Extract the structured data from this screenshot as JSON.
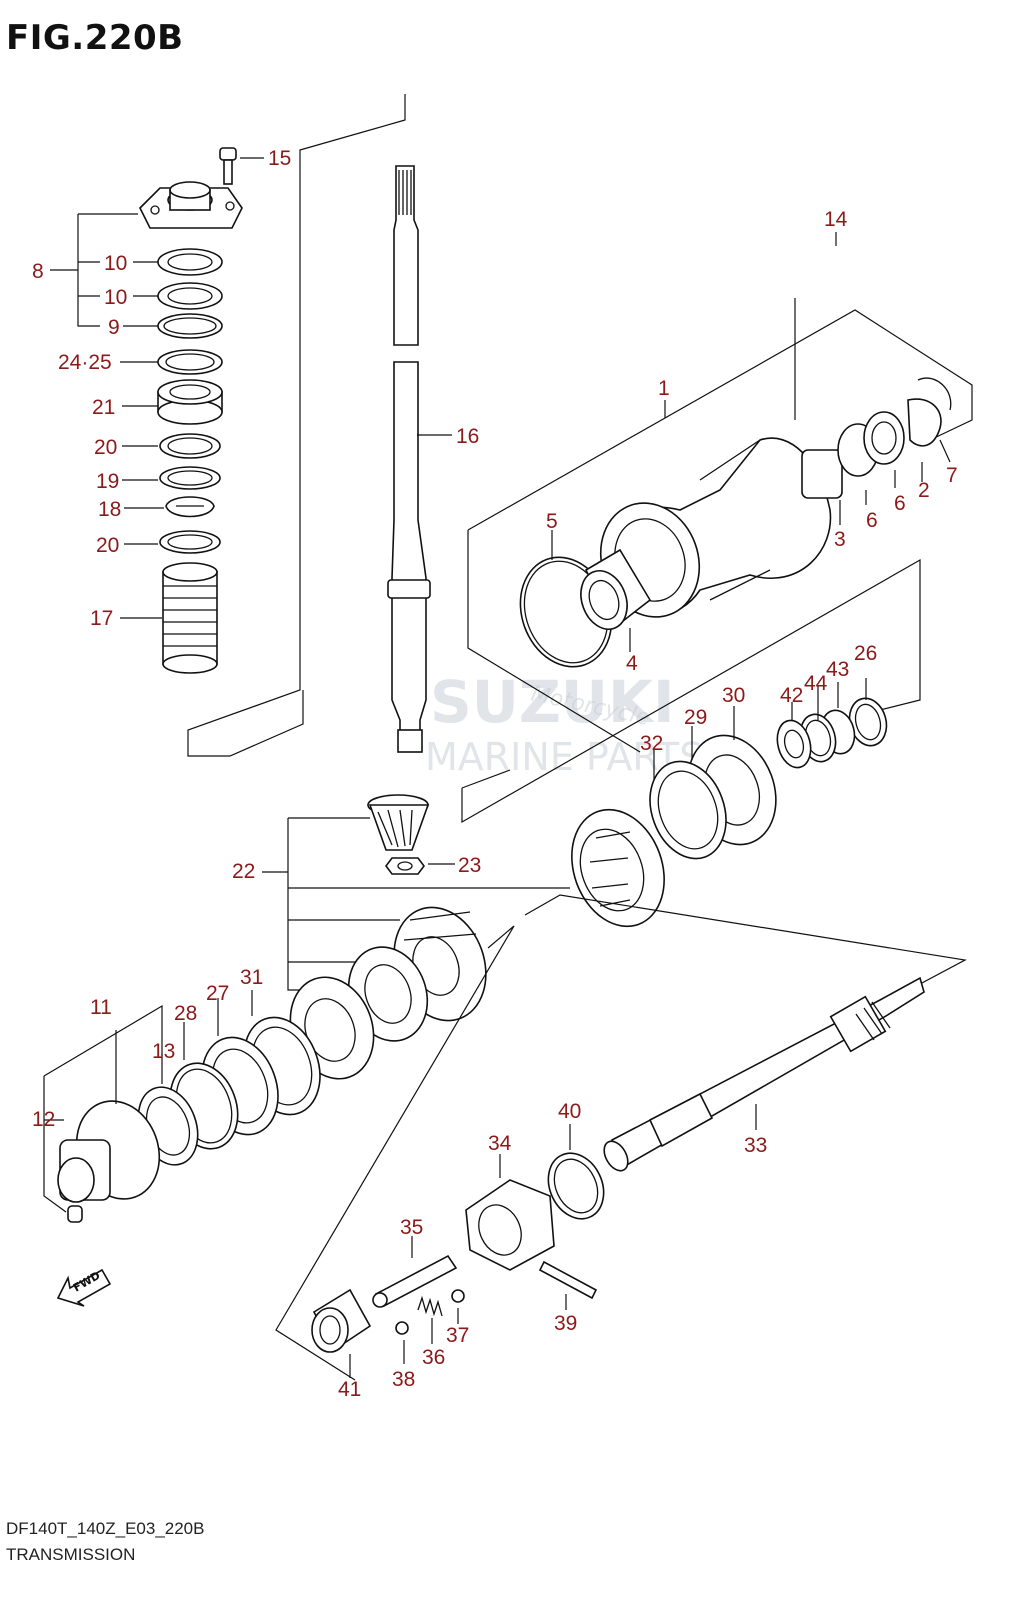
{
  "figure": {
    "title": "FIG.220B",
    "code": "DF140T_140Z_E03_220B",
    "name": "TRANSMISSION"
  },
  "watermark": {
    "line1": "SUZUKI",
    "line2": "MARINE PARTS",
    "script": "Motorcycle",
    "color": "#c9ced8"
  },
  "fwd_label": "FWD",
  "label_color": "#8b1a1a",
  "callouts": {
    "c1": "1",
    "c2": "2",
    "c3": "3",
    "c4": "4",
    "c5": "5",
    "c6a": "6",
    "c6b": "6",
    "c7": "7",
    "c8": "8",
    "c9": "9",
    "c10a": "10",
    "c10b": "10",
    "c11": "11",
    "c12": "12",
    "c13": "13",
    "c14": "14",
    "c15": "15",
    "c16": "16",
    "c17": "17",
    "c18": "18",
    "c19": "19",
    "c20a": "20",
    "c20b": "20",
    "c21": "21",
    "c22": "22",
    "c23": "23",
    "c24_25": "24·25",
    "c26": "26",
    "c27": "27",
    "c28": "28",
    "c29": "29",
    "c30": "30",
    "c31": "31",
    "c32": "32",
    "c33": "33",
    "c34": "34",
    "c35": "35",
    "c36": "36",
    "c37": "37",
    "c38": "38",
    "c39": "39",
    "c40": "40",
    "c41": "41",
    "c42": "42",
    "c43": "43",
    "c44": "44"
  }
}
